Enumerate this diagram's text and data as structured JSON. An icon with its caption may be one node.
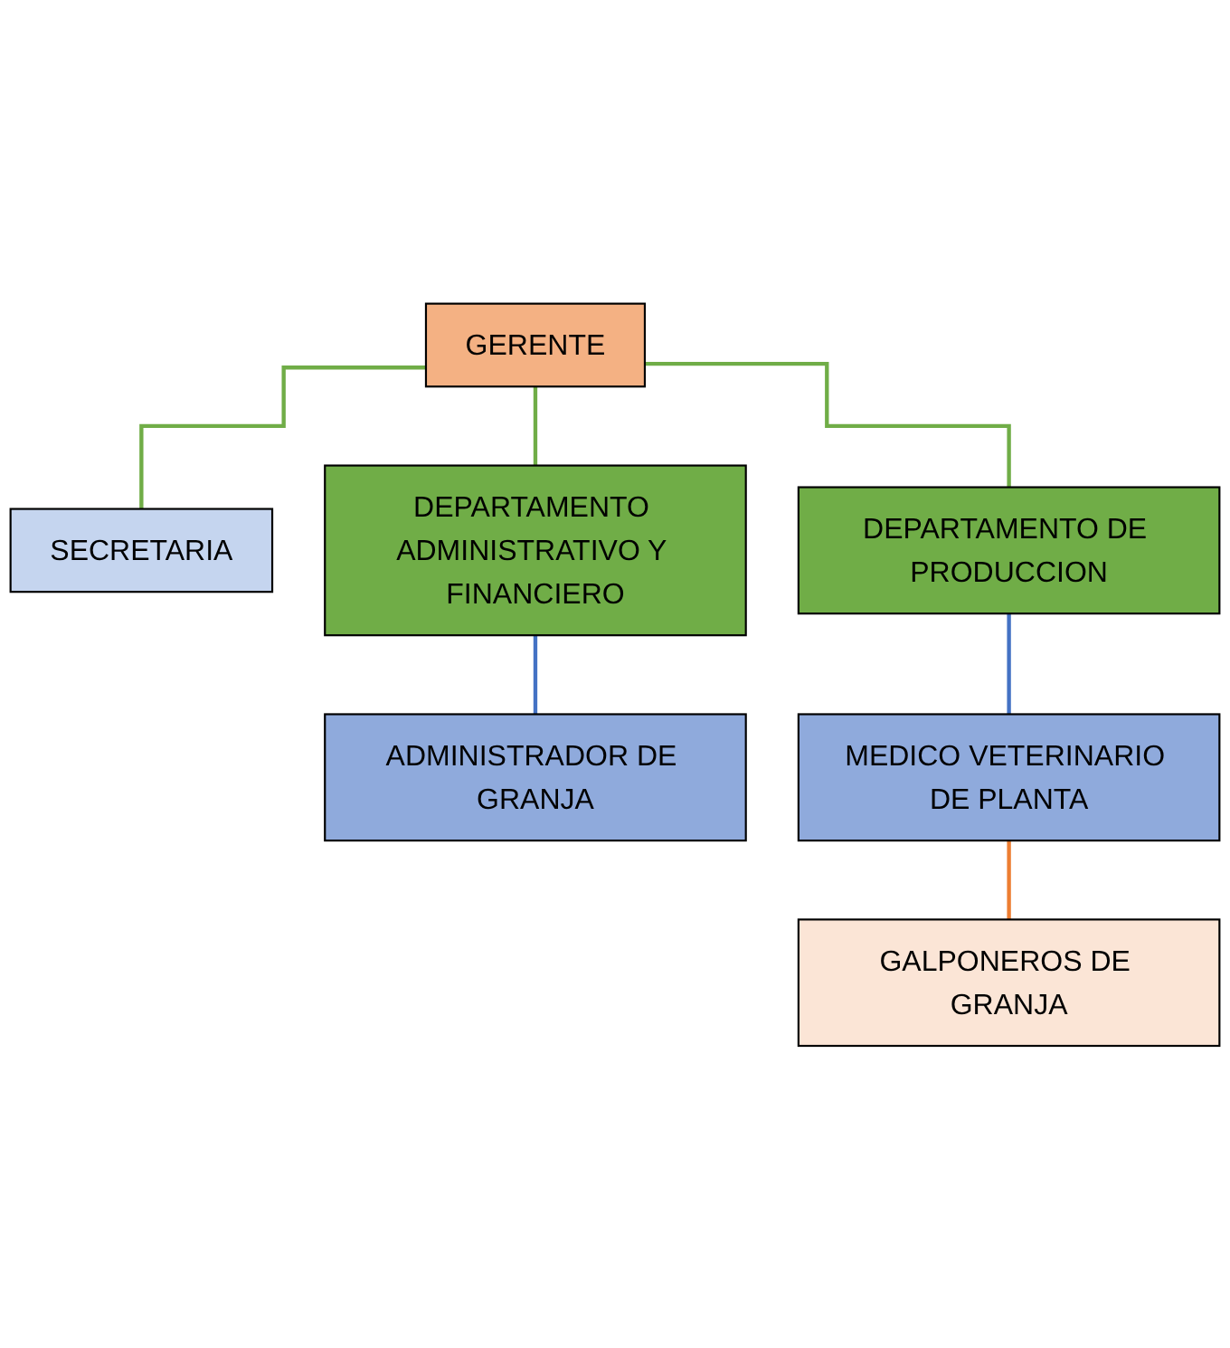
{
  "diagram": {
    "nodes": [
      {
        "text": [
          "GERENTE"
        ]
      },
      {
        "text": [
          "SECRETARIA"
        ]
      },
      {
        "text": [
          "DEPARTAMENTO ADMINISTRATIVO Y FINANCIERO"
        ]
      },
      {
        "text": [
          "DEPARTAMENTO DE PRODUCCION"
        ]
      },
      {
        "text": [
          "ADMINISTRADOR DE GRANJA"
        ]
      },
      {
        "text": [
          "MEDICO VETERINARIO DE PLANTA"
        ]
      },
      {
        "text": [
          "GALPONEROS DE GRANJA"
        ]
      }
    ],
    "edges": [
      {
        "from": 0,
        "to": 1,
        "arrow": "none",
        "color": "#70ad47"
      },
      {
        "from": 0,
        "to": 2,
        "arrow": "none",
        "color": "#70ad47"
      },
      {
        "from": 0,
        "to": 3,
        "arrow": "none",
        "color": "#70ad47"
      },
      {
        "from": 2,
        "to": 4,
        "arrow": "none",
        "color": "#4472c4"
      },
      {
        "from": 3,
        "to": 5,
        "arrow": "none",
        "color": "#4472c4"
      },
      {
        "from": 5,
        "to": 6,
        "arrow": "none",
        "color": "#ed7d31"
      }
    ]
  }
}
